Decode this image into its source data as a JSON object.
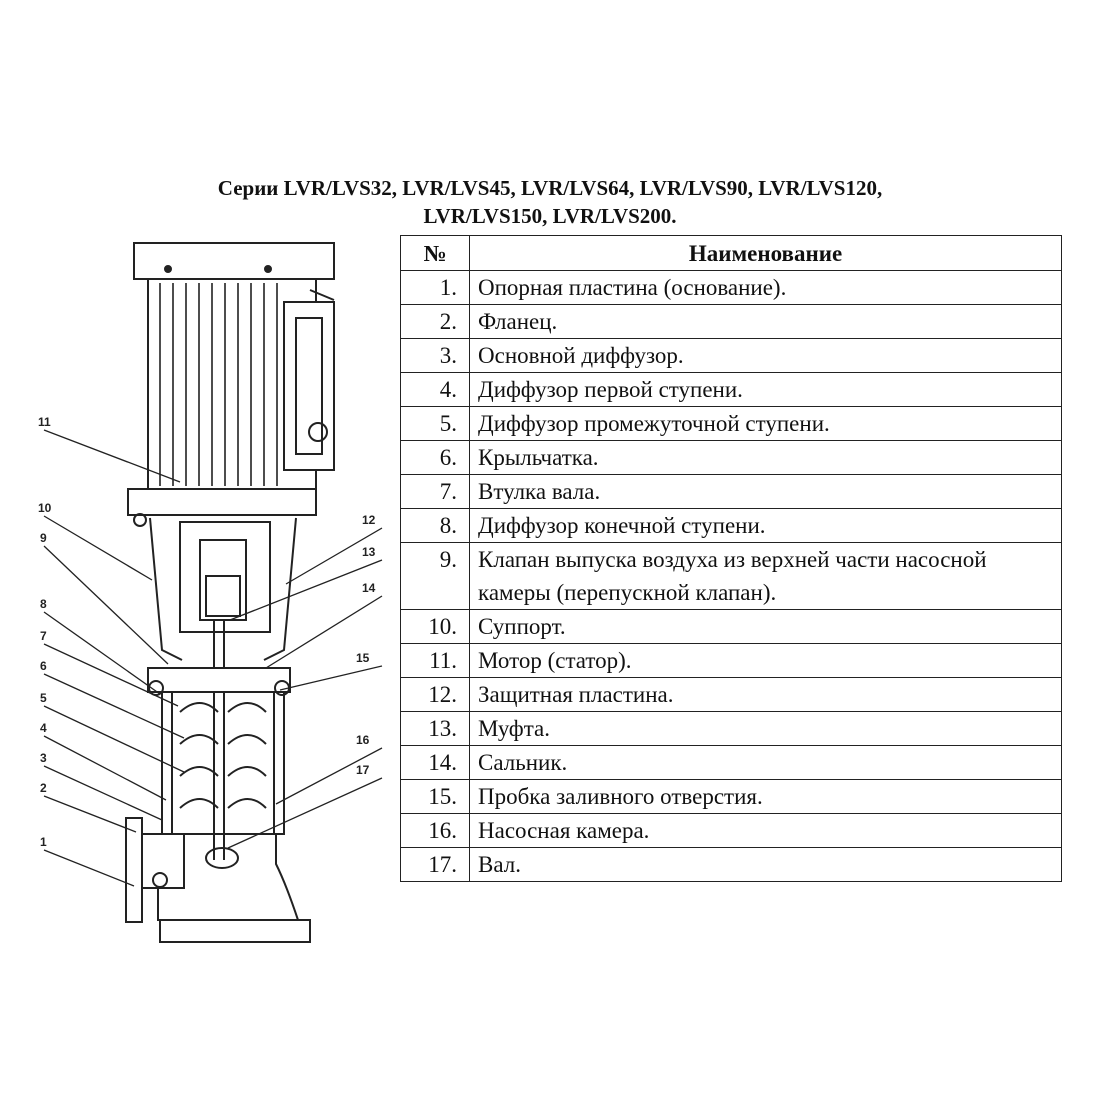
{
  "title_line1": "Серии LVR/LVS32, LVR/LVS45, LVR/LVS64, LVR/LVS90, LVR/LVS120,",
  "title_line2": "LVR/LVS150, LVR/LVS200.",
  "table": {
    "col_num": "№",
    "col_name": "Наименование",
    "rows": [
      {
        "num": "1.",
        "name": "Опорная пластина (основание)."
      },
      {
        "num": "2.",
        "name": "Фланец."
      },
      {
        "num": "3.",
        "name": "Основной диффузор."
      },
      {
        "num": "4.",
        "name": "Диффузор первой ступени."
      },
      {
        "num": "5.",
        "name": "Диффузор промежуточной ступени."
      },
      {
        "num": "6.",
        "name": "Крыльчатка."
      },
      {
        "num": "7.",
        "name": "Втулка вала."
      },
      {
        "num": "8.",
        "name": "Диффузор конечной ступени."
      },
      {
        "num": "9.",
        "name": "Клапан выпуска воздуха из верхней части насосной камеры (перепускной клапан)."
      },
      {
        "num": "10.",
        "name": "Суппорт."
      },
      {
        "num": "11.",
        "name": "Мотор (статор)."
      },
      {
        "num": "12.",
        "name": "Защитная пластина."
      },
      {
        "num": "13.",
        "name": "Муфта."
      },
      {
        "num": "14.",
        "name": "Сальник."
      },
      {
        "num": "15.",
        "name": "Пробка заливного отверстия."
      },
      {
        "num": "16.",
        "name": "Насосная камера."
      },
      {
        "num": "17.",
        "name": "Вал."
      }
    ]
  },
  "callouts": {
    "c1": "1",
    "c2": "2",
    "c3": "3",
    "c4": "4",
    "c5": "5",
    "c6": "6",
    "c7": "7",
    "c8": "8",
    "c9": "9",
    "c10": "10",
    "c11": "11",
    "c12": "12",
    "c13": "13",
    "c14": "14",
    "c15": "15",
    "c16": "16",
    "c17": "17"
  }
}
